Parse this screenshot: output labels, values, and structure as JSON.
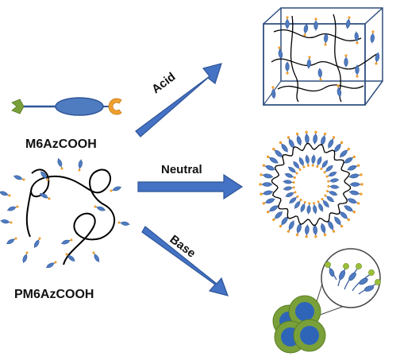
{
  "labels": {
    "monomer": "M6AzCOOH",
    "polymer": "PM6AzCOOH",
    "acid": "Acid",
    "neutral": "Neutral",
    "base": "Base"
  },
  "colors": {
    "background": "#ffffff",
    "ellipse_fill": "#4f7bc0",
    "ellipse_stroke": "#2f5597",
    "arrow_fill": "#4472c4",
    "arrow_stroke": "#2f5597",
    "head_group": "#f0a030",
    "tail_green": "#7aa03a",
    "chain": "#000000",
    "micelle_shell": "#7aa03a",
    "micelle_core": "#2e65b8",
    "box_edge": "#2f4f7f"
  },
  "icons": {
    "monomer": "amphiphile-monomer-icon",
    "polymer": "polymer-chain-icon",
    "acid_product": "gel-network-cube-icon",
    "neutral_product": "vesicle-ring-icon",
    "base_product": "micelle-cluster-icon"
  }
}
